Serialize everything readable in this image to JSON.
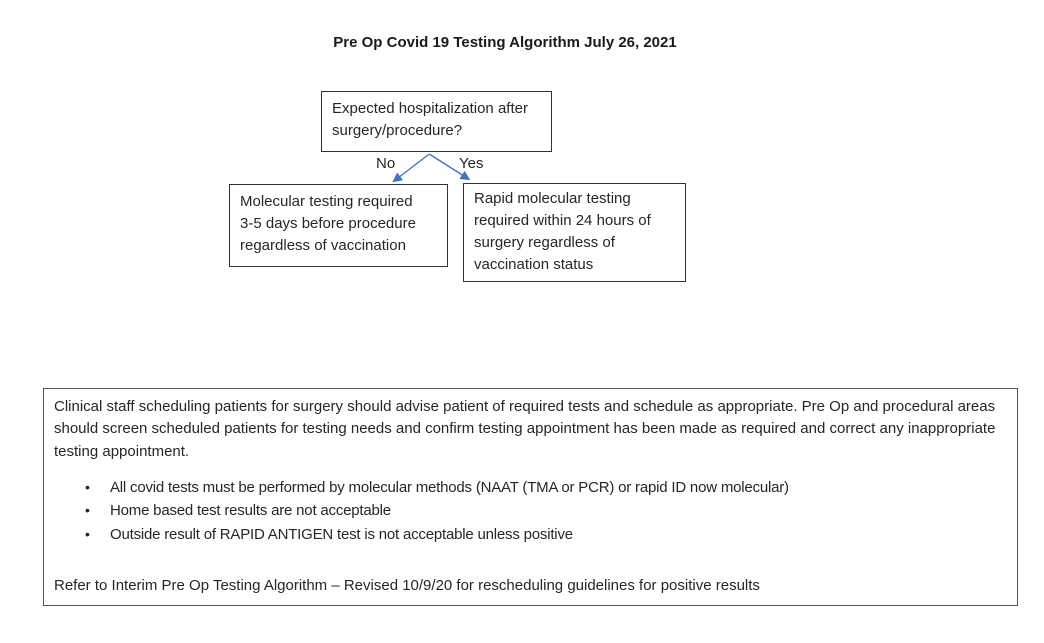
{
  "title": "Pre Op Covid 19 Testing Algorithm July 26, 2021",
  "flowchart": {
    "arrow_color": "#4472C4",
    "question": "Expected hospitalization after\nsurgery/procedure?",
    "no_label": "No",
    "yes_label": "Yes",
    "no_result": "Molecular testing required\n3-5 days before procedure\nregardless of vaccination",
    "yes_result": "Rapid molecular testing\nrequired within 24 hours of\nsurgery regardless of\nvaccination status"
  },
  "notes": {
    "paragraph": "Clinical staff scheduling patients for surgery should advise patient of required tests and schedule as appropriate. Pre Op and procedural areas should screen scheduled patients for testing needs and confirm testing appointment has been made as required and correct any inappropriate testing appointment.",
    "bullets": [
      "All covid tests must be performed by molecular methods (NAAT (TMA or PCR) or rapid ID now molecular)",
      "Home based test results are not acceptable",
      "Outside result of RAPID ANTIGEN test is not acceptable unless positive"
    ],
    "footer": "Refer to Interim Pre Op Testing Algorithm – Revised 10/9/20 for rescheduling guidelines for positive results"
  }
}
